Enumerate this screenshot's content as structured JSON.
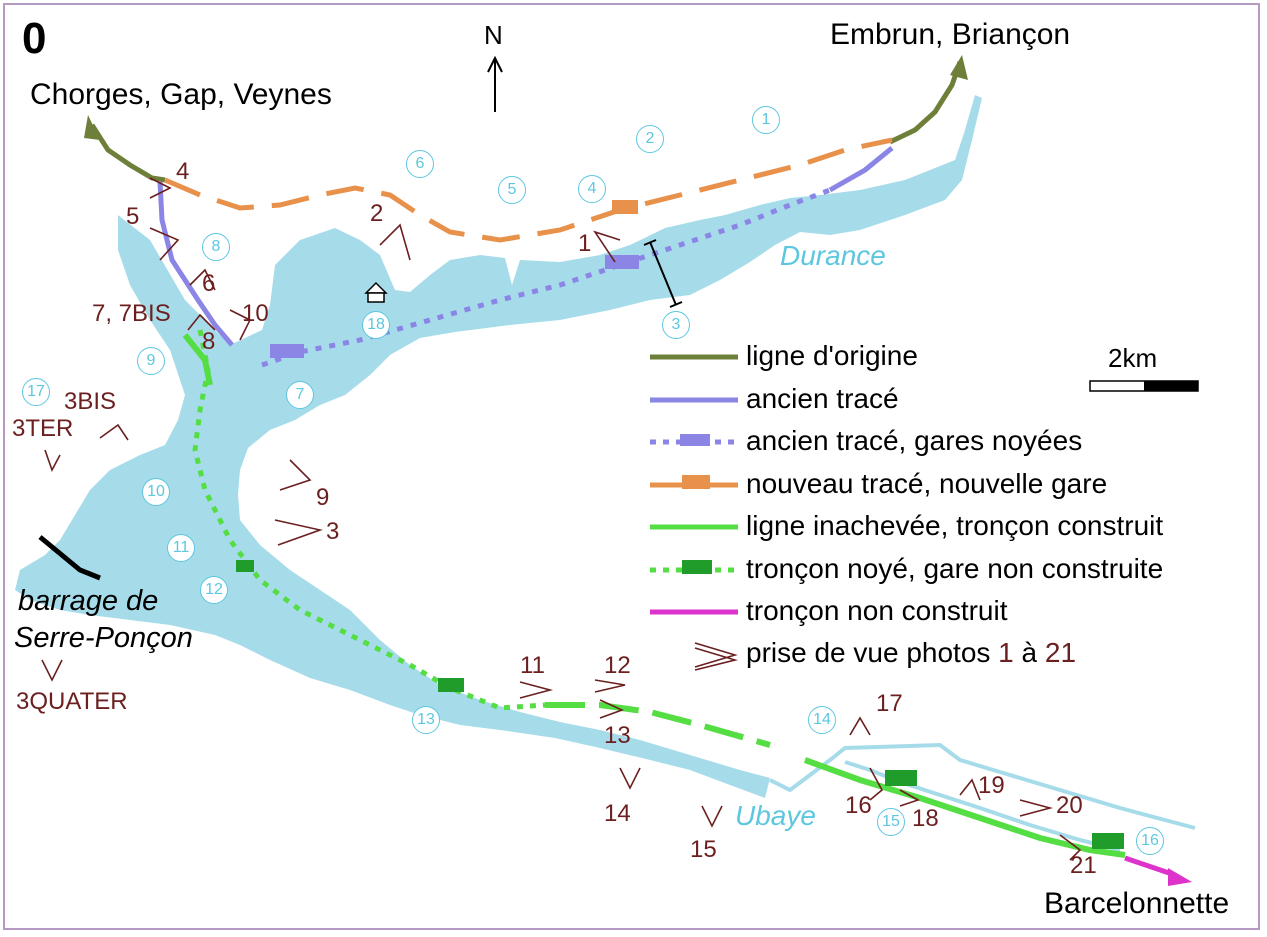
{
  "map_id": "0",
  "north_label": "N",
  "places": {
    "northwest": "Chorges, Gap, Veynes",
    "northeast": "Embrun, Briançon",
    "southeast": "Barcelonnette"
  },
  "rivers": {
    "durance": "Durance",
    "ubaye": "Ubaye"
  },
  "dam": {
    "line1": "barrage de",
    "line2": "Serre-Ponçon"
  },
  "scale": {
    "label": "2km"
  },
  "legend": [
    {
      "label": "ligne d'origine",
      "color": "#6e7f3a",
      "style": "solid"
    },
    {
      "label": "ancien tracé",
      "color": "#8b85e6",
      "style": "solid"
    },
    {
      "label": "ancien tracé, gares noyées",
      "color": "#8b85e6",
      "style": "dotted-station"
    },
    {
      "label": "nouveau tracé, nouvelle gare",
      "color": "#e8914a",
      "style": "solid-station"
    },
    {
      "label": "ligne inachevée, tronçon construit",
      "color": "#55dd44",
      "style": "solid"
    },
    {
      "label": "tronçon noyé, gare non construite",
      "color": "#55dd44",
      "style": "dotted-station"
    },
    {
      "label": "tronçon non construit",
      "color": "#dd33cc",
      "style": "solid"
    },
    {
      "label": "prise de vue photos",
      "from": "1",
      "connector": "à",
      "to": "21",
      "color": "#6b1f1f",
      "style": "chevron"
    }
  ],
  "photo_labels": [
    "4",
    "5",
    "2",
    "1",
    "6",
    "7, 7BIS",
    "10",
    "8",
    "3BIS",
    "3TER",
    "9",
    "3",
    "3QUATER",
    "11",
    "12",
    "13",
    "14",
    "15",
    "17",
    "16",
    "18",
    "19",
    "20",
    "21"
  ],
  "circled_numbers": [
    "1",
    "2",
    "3",
    "4",
    "5",
    "6",
    "7",
    "8",
    "9",
    "10",
    "11",
    "12",
    "13",
    "14",
    "15",
    "16",
    "17",
    "18"
  ],
  "colors": {
    "water": "#a6dcea",
    "river_line": "#a6dcea",
    "original_line": "#6e7f3a",
    "old_route": "#8b85e6",
    "new_route": "#e8914a",
    "unfinished": "#55dd44",
    "unbuilt": "#dd33cc",
    "photo_marker": "#6b1f1f"
  }
}
